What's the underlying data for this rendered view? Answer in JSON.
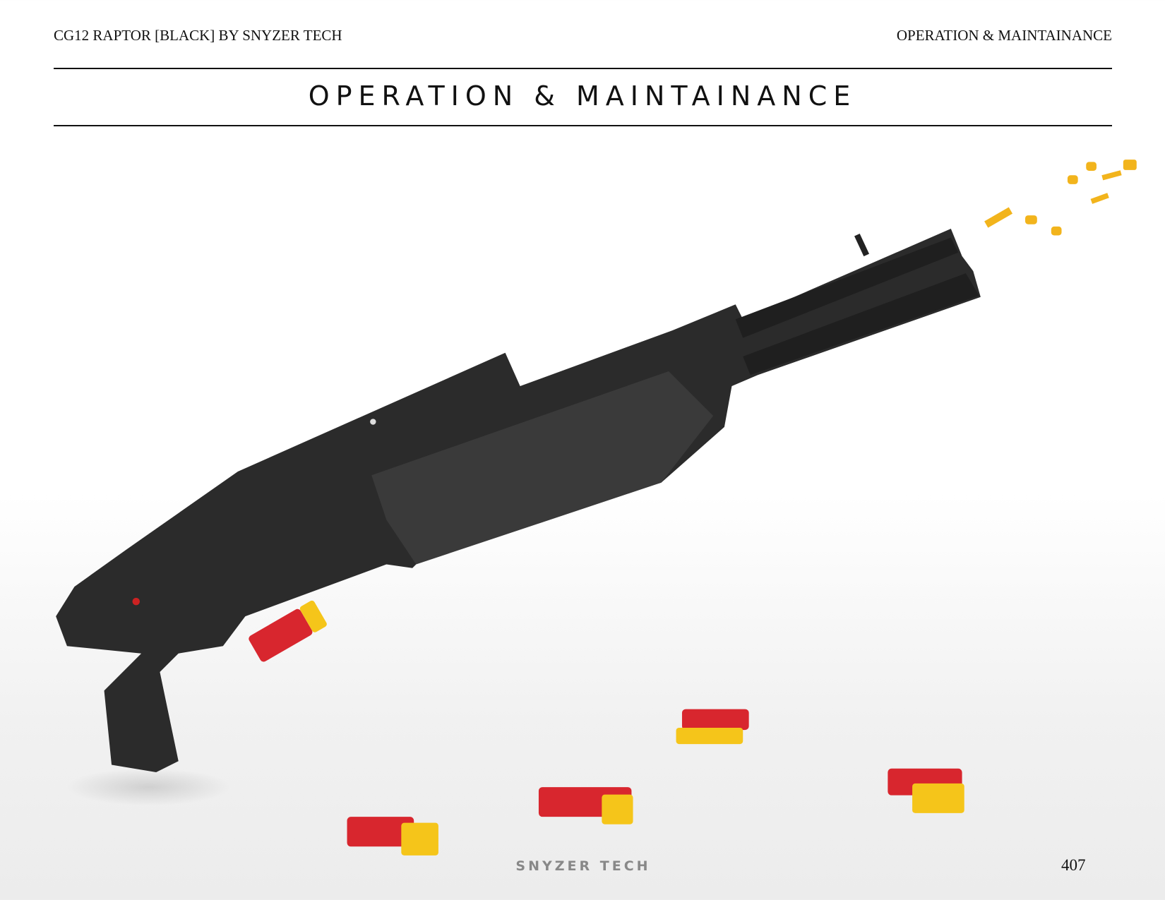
{
  "header": {
    "left": "CG12 RAPTOR [BLACK] BY SNYZER TECH",
    "right": "OPERATION & MAINTAINANCE"
  },
  "title": "OPERATION & MAINTAINANCE",
  "footer": {
    "brand": "SNYZER TECH",
    "page_number": "407"
  },
  "colors": {
    "gun": "#2a2a2a",
    "shell_red": "#d8262e",
    "shell_yellow": "#f5c51a",
    "casing": "#f2b41c"
  }
}
